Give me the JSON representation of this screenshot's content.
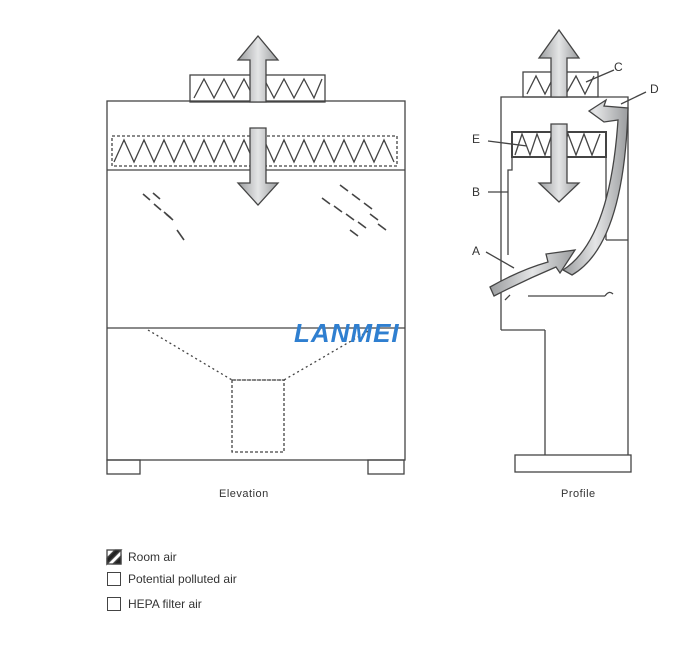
{
  "captions": {
    "elevation": "Elevation",
    "profile": "Profile"
  },
  "labels": {
    "a": "A",
    "b": "B",
    "c": "C",
    "d": "D",
    "e": "E"
  },
  "logo": "LANMEI",
  "legend": [
    {
      "icon": "hatched-box",
      "label": "Room air"
    },
    {
      "icon": "empty-box",
      "label": "Potential polluted air"
    },
    {
      "icon": "empty-box",
      "label": "HEPA filter air"
    }
  ],
  "colors": {
    "line": "#444444",
    "arrow": "#c8cacc",
    "logo": "#2f7fd0"
  }
}
